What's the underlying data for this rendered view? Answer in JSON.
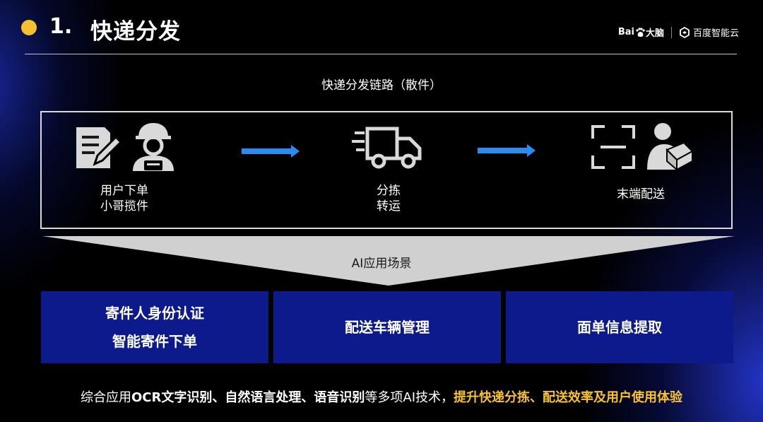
{
  "header": {
    "number": "1.",
    "title": "快递分发",
    "accent_color": "#f5c030"
  },
  "logos": {
    "baidu_prefix": "Bai",
    "baidu_suffix": "大脑",
    "cloud": "百度智能云"
  },
  "chain": {
    "title": "快递分发链路（散件）",
    "stages": [
      {
        "icons": [
          "form-edit-icon",
          "courier-icon"
        ],
        "line1": "用户下单",
        "line2": "小哥揽件"
      },
      {
        "icons": [
          "delivery-truck-icon"
        ],
        "line1": "分拣",
        "line2": "转运"
      },
      {
        "icons": [
          "scan-frame-icon",
          "person-package-icon"
        ],
        "line1": "末端配送",
        "line2": ""
      }
    ],
    "arrow_color": "#2a8cf0"
  },
  "funnel": {
    "label": "AI应用场景"
  },
  "cards": [
    {
      "line1": "寄件人身份认证",
      "line2": "智能寄件下单"
    },
    {
      "line1": "配送车辆管理",
      "line2": ""
    },
    {
      "line1": "面单信息提取",
      "line2": ""
    }
  ],
  "card_color": "#0c1a8c",
  "footer": {
    "t1": "综合应用",
    "b1": "OCR文字识别、自然语言处理、语音识别",
    "t2": "等多项AI技术，",
    "y1": "提升快递分拣、配送效率及用户使用体验",
    "highlight_color": "#f7c22c"
  }
}
